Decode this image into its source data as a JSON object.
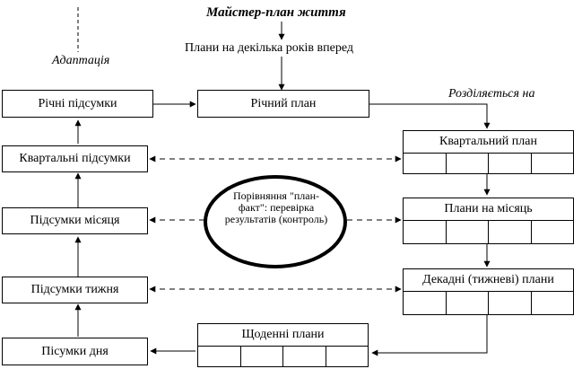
{
  "title": "Майстер-план життя",
  "subtitle": "Плани на декілька років вперед",
  "adaptation_label": "Адаптація",
  "splits_label": "Розділяється на",
  "comparison_text": "Порівняння \"план-факт\": перевірка результатів (контроль)",
  "left_column": [
    "Річні підсумки",
    "Квартальні підсумки",
    "Підсумки місяця",
    "Підсумки тижня",
    "Пісумки дня"
  ],
  "annual_plan": "Річний план",
  "plans": {
    "quarterly": "Квартальний план",
    "monthly": "Плани на місяць",
    "decade": "Декадні (тижневі) плани",
    "daily": "Щоденні плани"
  }
}
